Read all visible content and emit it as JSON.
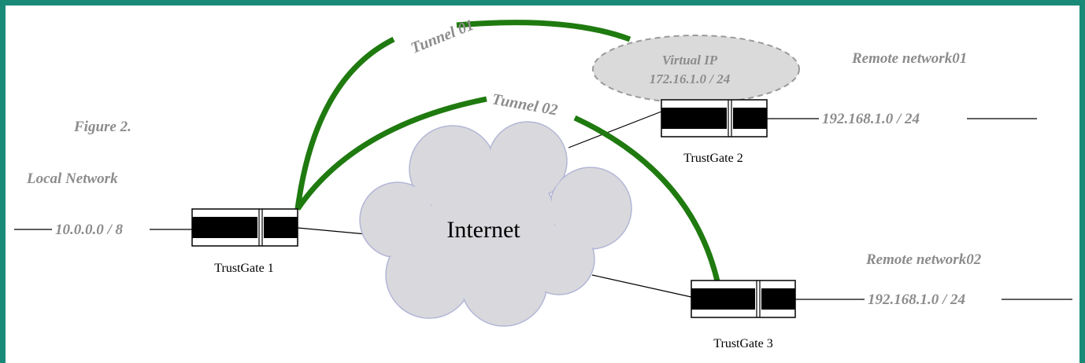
{
  "figure_label": "Figure 2.",
  "local": {
    "title": "Local Network",
    "subnet": "10.0.0.0 / 8"
  },
  "cloud_label": "Internet",
  "gateways": [
    "TrustGate 1",
    "TrustGate 2",
    "TrustGate 3"
  ],
  "tunnels": [
    "Tunnel 01",
    "Tunnel 02"
  ],
  "virtual_ip": {
    "title": "Virtual IP",
    "subnet": "172.16.1.0 / 24"
  },
  "remote1": {
    "title": "Remote network01",
    "subnet": "192.168.1.0 / 24"
  },
  "remote2": {
    "title": "Remote network02",
    "subnet": "192.168.1.0 / 24"
  },
  "colors": {
    "border": "#1a8a78",
    "tunnel": "#1f7a0f",
    "cloud_fill": "#d9d9dd",
    "cloud_stroke": "#b3b6d6",
    "label_gray": "#8c8c8c"
  }
}
